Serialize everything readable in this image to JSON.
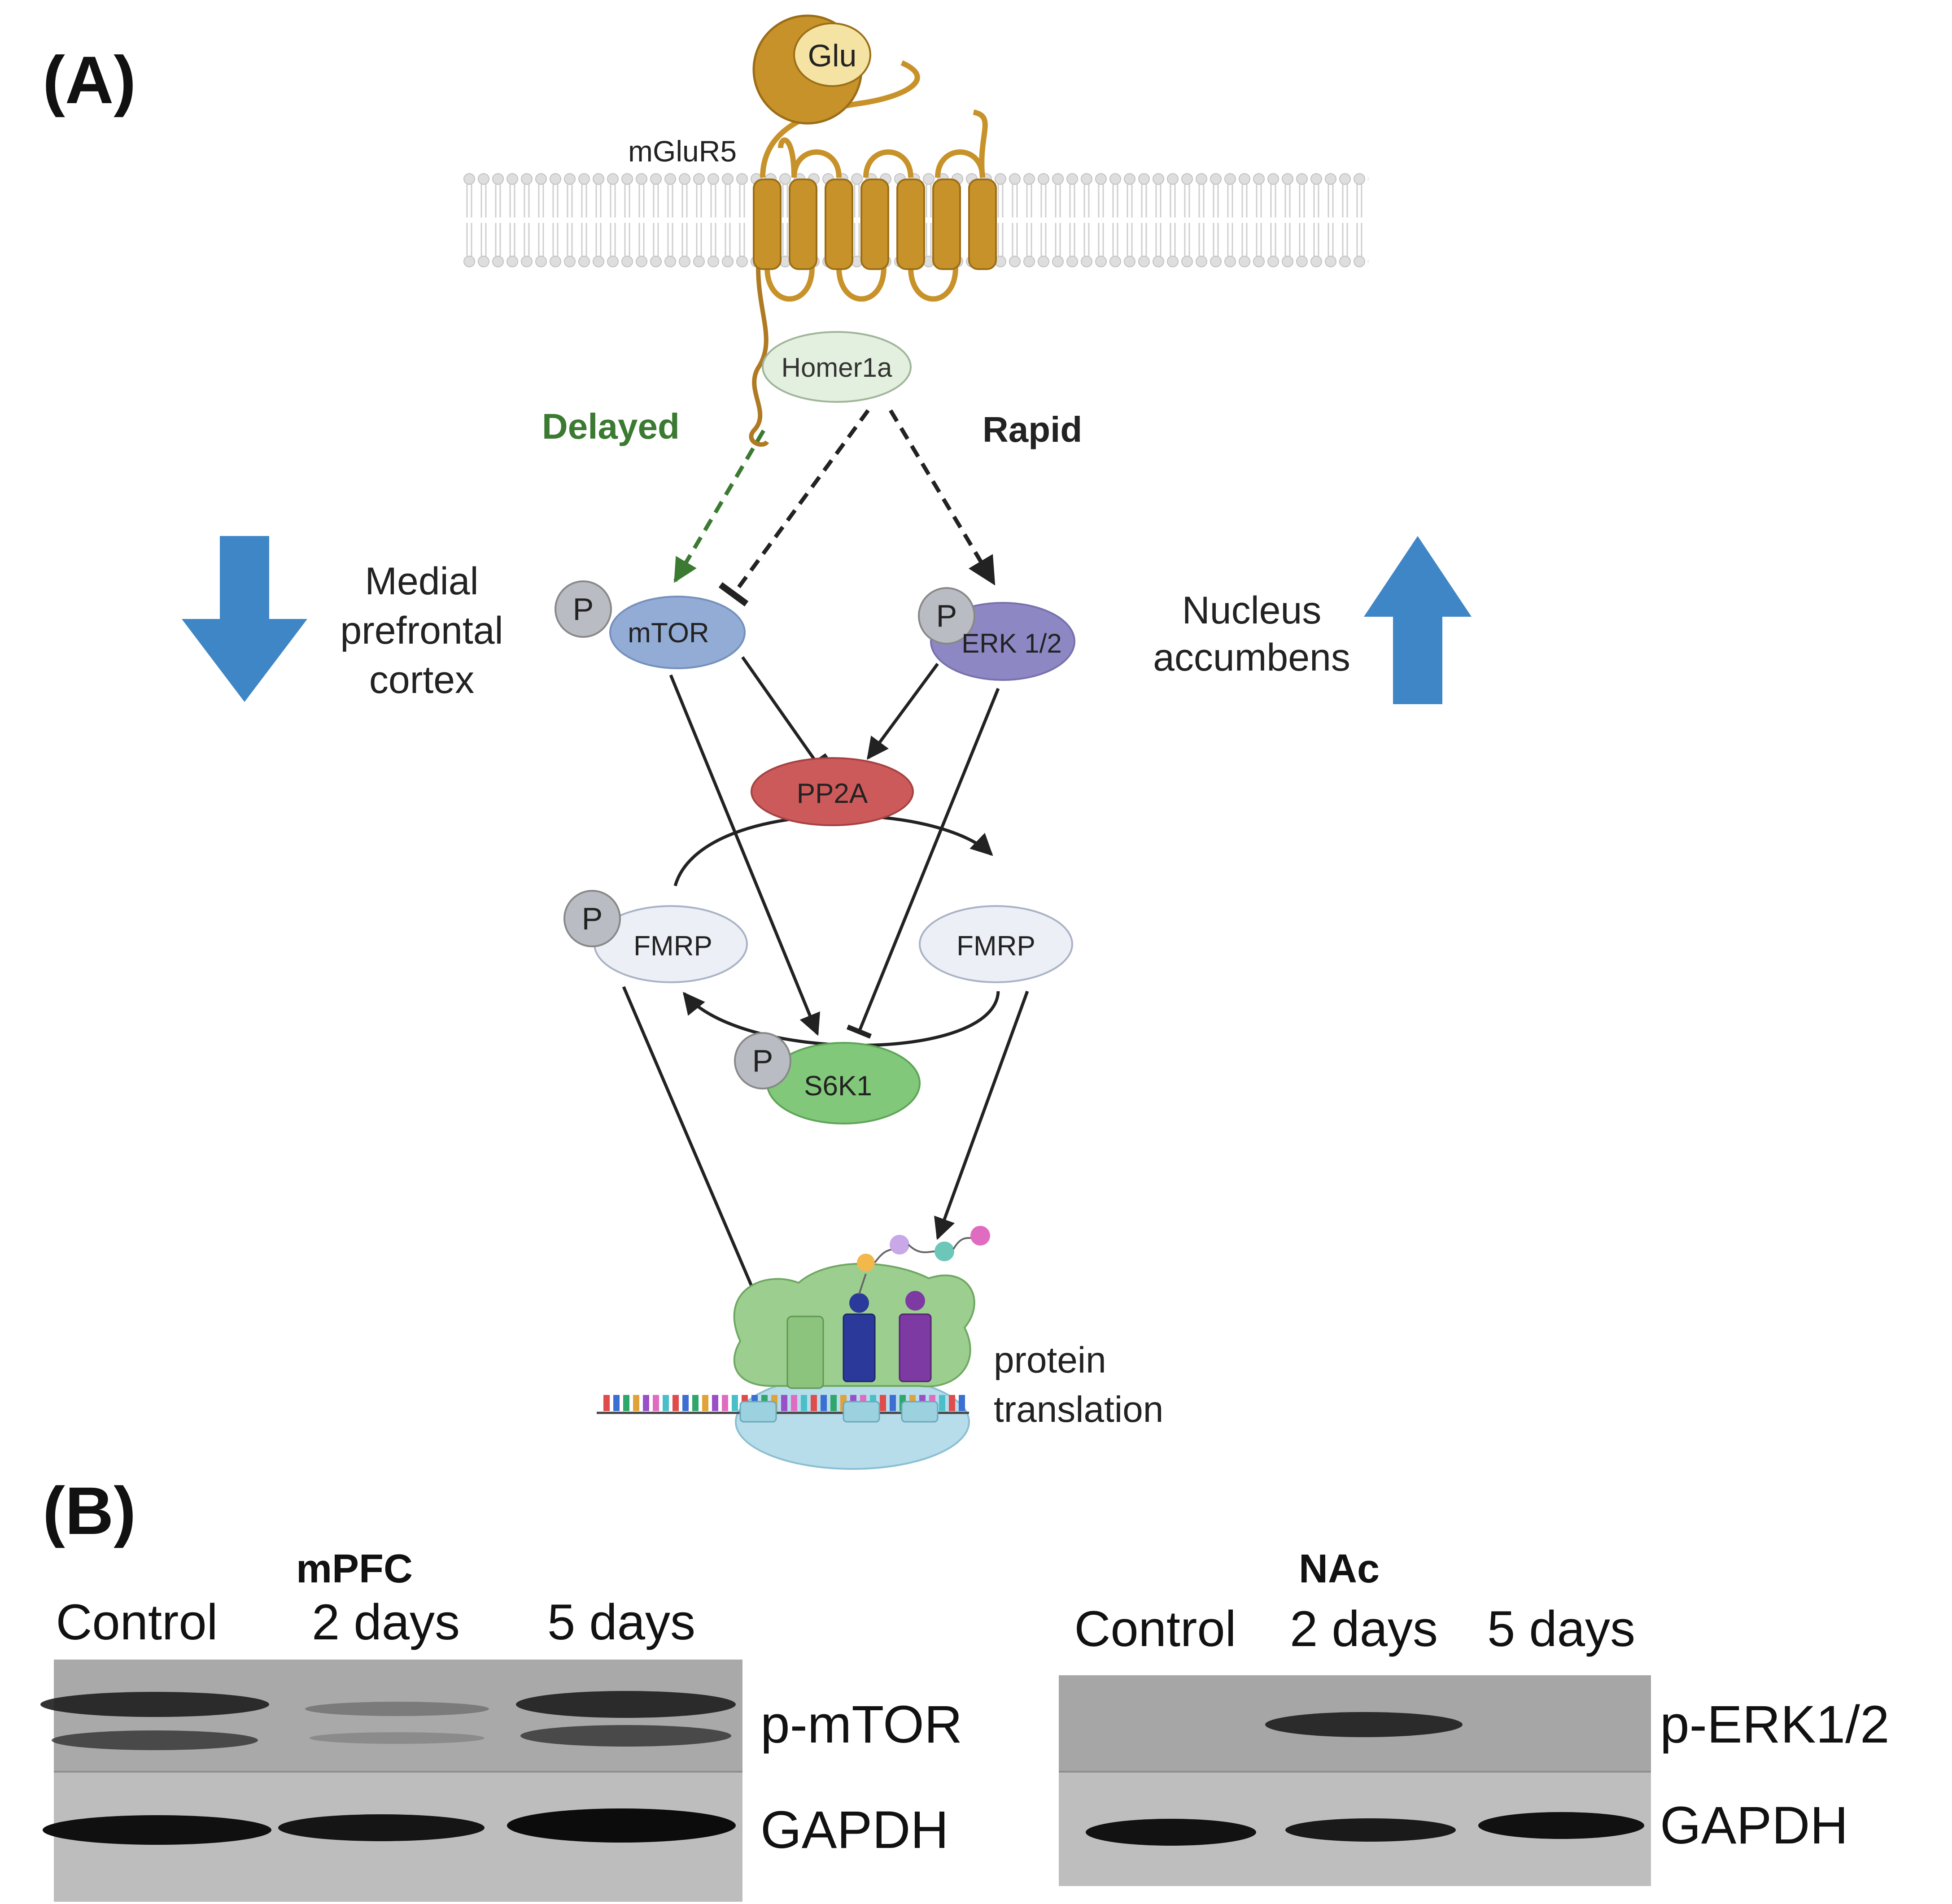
{
  "panels": {
    "a": "(A)",
    "b": "(B)"
  },
  "pathway": {
    "ligand": "Glu",
    "receptor": "mGluR5",
    "scaffold": "Homer1a",
    "delayed": "Delayed",
    "rapid": "Rapid",
    "phospho": "P",
    "mtor": "mTOR",
    "erk": "ERK 1/2",
    "pp2a": "PP2A",
    "fmrp_p": "FMRP",
    "fmrp": "FMRP",
    "s6k1": "S6K1",
    "region_left": [
      "Medial",
      "prefrontal",
      "cortex"
    ],
    "region_right": [
      "Nucleus",
      "accumbens"
    ],
    "translation": [
      "protein",
      "translation"
    ]
  },
  "blots": {
    "mpfc": {
      "title": "mPFC",
      "lanes": [
        "Control",
        "2 days",
        "5 days"
      ],
      "rows": [
        "p-mTOR",
        "GAPDH"
      ]
    },
    "nac": {
      "title": "NAc",
      "lanes": [
        "Control",
        "2 days",
        "5 days"
      ],
      "rows": [
        "p-ERK1/2",
        "GAPDH"
      ]
    }
  },
  "colors": {
    "receptor": "#c8922a",
    "ligand_fill": "#f5e3a3",
    "membrane": "#d0d0d0",
    "homer": "#e4f0df",
    "mtor": "#93acd6",
    "erk": "#8d88c4",
    "pp2a": "#cd5a5a",
    "fmrp": "#eceff5",
    "s6k1": "#82c87a",
    "phospho": "#b9bcc2",
    "delayed": "#3b7a31",
    "big_arrow": "#3f86c6"
  }
}
